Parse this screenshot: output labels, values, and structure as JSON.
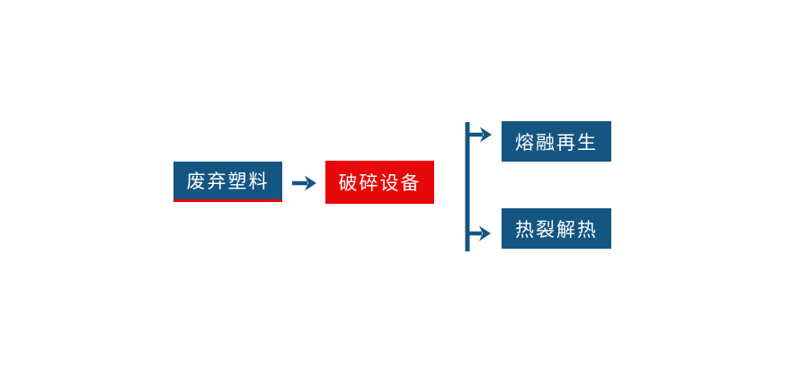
{
  "diagram": {
    "type": "flowchart",
    "nodes": [
      {
        "id": "waste-plastic",
        "label": "废弃塑料",
        "shape": "rectangle",
        "color": "#145582",
        "underline_color": "#e60808"
      },
      {
        "id": "crushing-equipment",
        "label": "破碎设备",
        "shape": "rectangle",
        "color": "#e60808"
      },
      {
        "id": "melt-regeneration",
        "label": "熔融再生",
        "shape": "rectangle",
        "color": "#145582"
      },
      {
        "id": "pyrolysis-heat",
        "label": "热裂解热",
        "shape": "rectangle",
        "color": "#145582"
      }
    ],
    "connectors": [
      {
        "from": "废弃塑料",
        "to": "破碎设备",
        "style": "arrow-right"
      },
      {
        "from": "破碎设备",
        "to": "熔融再生",
        "style": "bracket-branch-arrow"
      },
      {
        "from": "破碎设备",
        "to": "热裂解热",
        "style": "bracket-branch-arrow"
      }
    ],
    "colors": {
      "node_blue": "#145582",
      "node_red": "#e60808",
      "underline_red": "#e60808",
      "connector_blue": "#145582",
      "text": "#ffffff",
      "background": "#ffffff"
    }
  }
}
